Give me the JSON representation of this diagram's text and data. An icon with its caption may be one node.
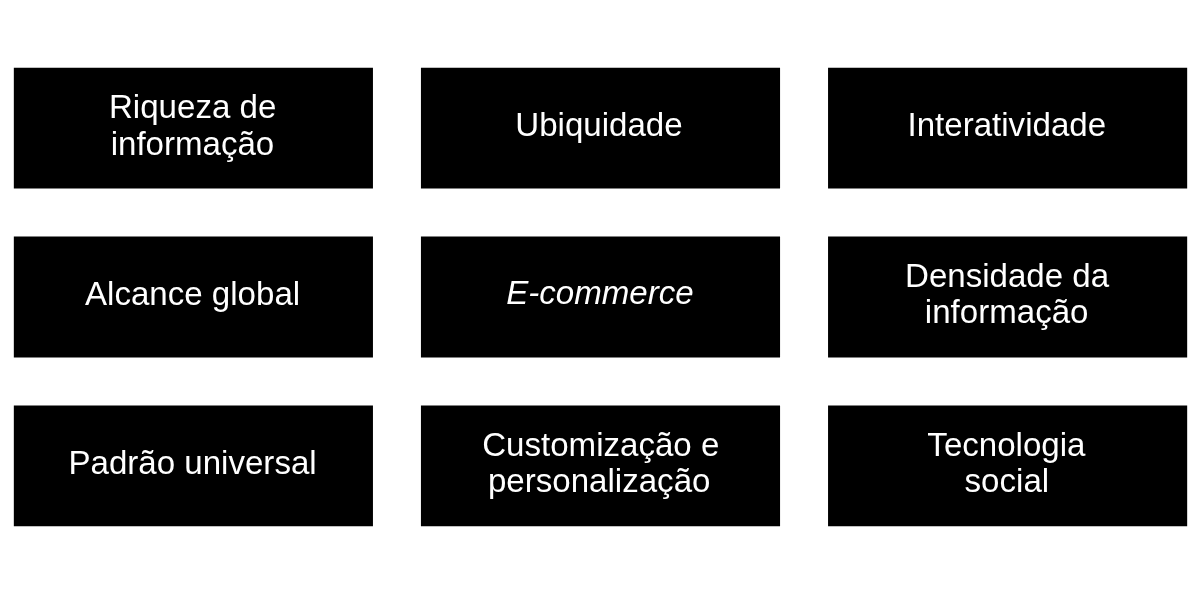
{
  "diagram": {
    "nodes": [
      {
        "text": [
          "Riqueza de informação"
        ]
      },
      {
        "text": [
          "Ubiquidade"
        ]
      },
      {
        "text": [
          "Interatividade"
        ]
      },
      {
        "text": [
          "Alcance global"
        ]
      },
      {
        "text": [
          "E-commerce"
        ]
      },
      {
        "text": [
          "Densidade da informação"
        ]
      },
      {
        "text": [
          "Padrão universal"
        ]
      },
      {
        "text": [
          "Customização e personalização"
        ]
      },
      {
        "text": [
          "Tecnologia social"
        ]
      }
    ]
  }
}
